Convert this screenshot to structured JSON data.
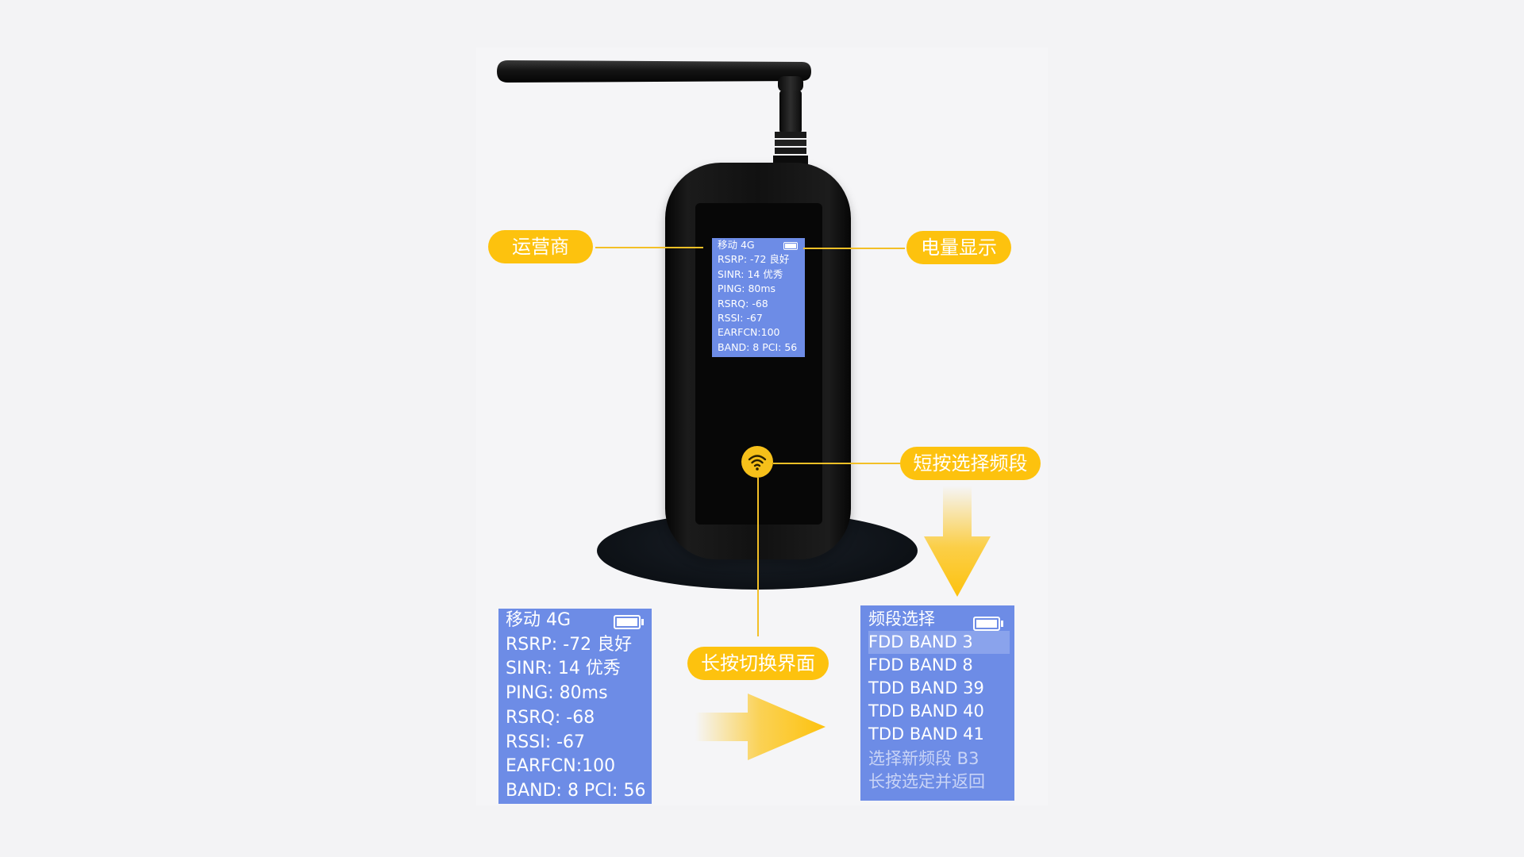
{
  "colors": {
    "accent_yellow": "#fdc20e",
    "screen_blue": "#6d8ce6",
    "device_black": "#111111",
    "background": "#f3f3f5"
  },
  "callouts": {
    "carrier": "运营商",
    "battery_display": "电量显示",
    "short_press": "短按选择频段",
    "long_press": "长按切换界面"
  },
  "device_screen": {
    "lines": [
      "移动 4G",
      "RSRP: -72   良好",
      "SINR: 14      优秀",
      "PING: 80ms",
      "RSRQ: -68",
      "RSSI:   -67",
      "EARFCN:100",
      "BAND: 8   PCI: 56"
    ],
    "battery_icon": "battery-full-icon"
  },
  "signal_screen": {
    "lines": [
      "移动 4G",
      "RSRP: -72   良好",
      "SINR: 14      优秀",
      "PING: 80ms",
      "RSRQ: -68",
      "RSSI:   -67",
      "EARFCN:100",
      "BAND: 8   PCI: 56"
    ],
    "battery_icon": "battery-full-icon"
  },
  "band_screen": {
    "title": "频段选择",
    "bands": [
      "FDD BAND  3",
      "FDD BAND  8",
      "TDD BAND  39",
      "TDD BAND  40",
      "TDD BAND  41"
    ],
    "selected_index": 0,
    "hint_line1": "选择新频段 B3",
    "hint_line2": "长按选定并返回",
    "battery_icon": "battery-full-icon"
  },
  "button_icon": "wifi-icon"
}
